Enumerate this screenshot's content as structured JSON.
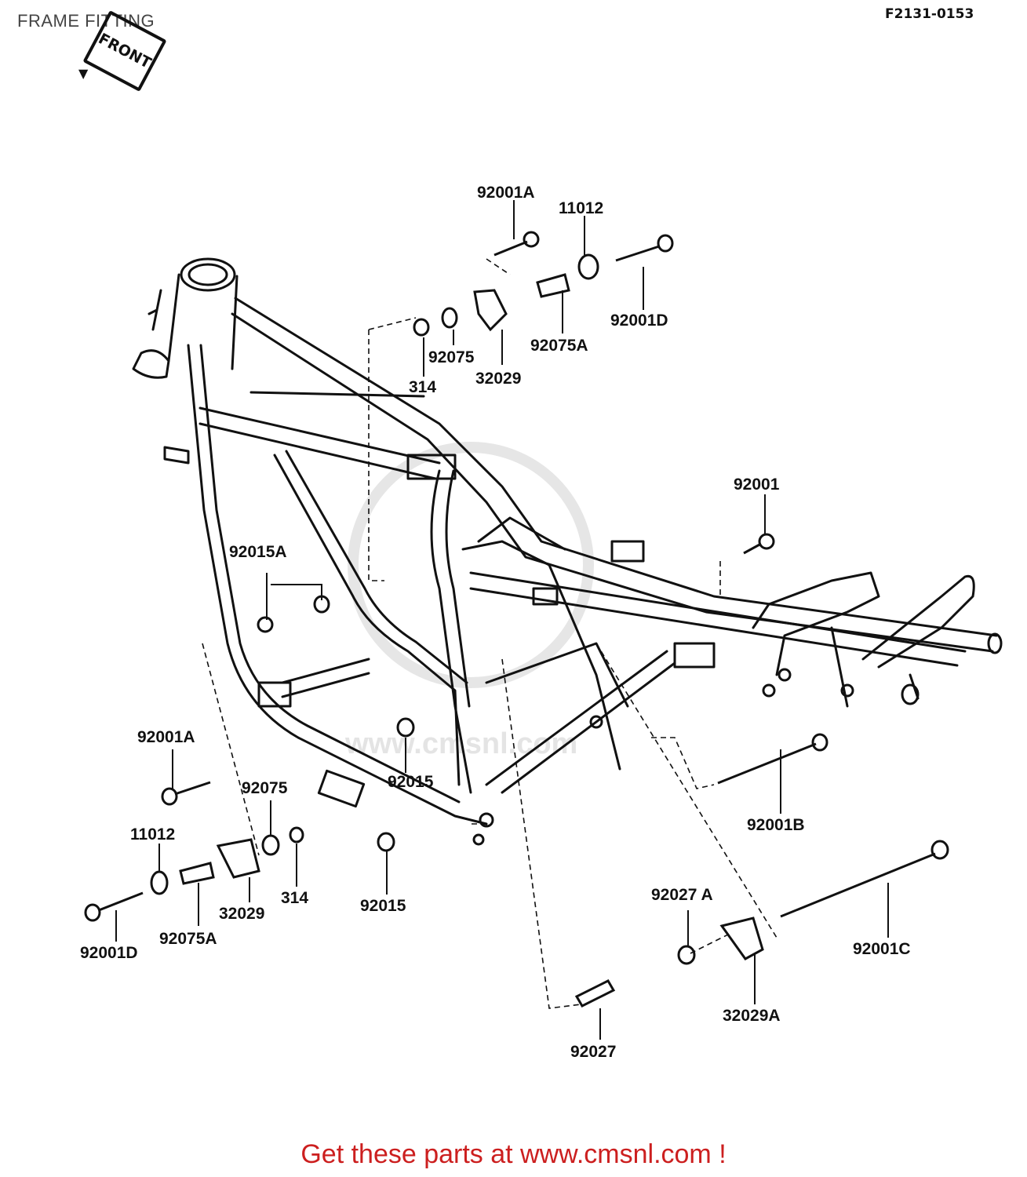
{
  "header": {
    "title": "FRAME FITTING",
    "drawing_code": "F2131-0153",
    "front_badge": "FRONT"
  },
  "parts": {
    "p92001A_top": "92001A",
    "p11012_top": "11012",
    "p92001D_top": "92001D",
    "p92075A_top": "92075A",
    "p92075_top": "92075",
    "p32029_top": "32029",
    "p314_top": "314",
    "p92001": "92001",
    "p92015A": "92015A",
    "p92015_mid": "92015",
    "p92001B": "92001B",
    "p92001A_left": "92001A",
    "p92075_left": "92075",
    "p11012_left": "11012",
    "p314_left": "314",
    "p32029_left": "32029",
    "p92075A_left": "92075A",
    "p92001D_left": "92001D",
    "p92015_low": "92015",
    "p92027A": "92027 A",
    "p92001C": "92001C",
    "p32029A": "32029A",
    "p92027": "92027"
  },
  "watermark": "www.cmsnl.com",
  "footer": {
    "link_text": "Get these parts at www.cmsnl.com !"
  },
  "colors": {
    "line": "#111111",
    "footer_text": "#cc1f1f",
    "watermark": "#e4e4e4"
  }
}
